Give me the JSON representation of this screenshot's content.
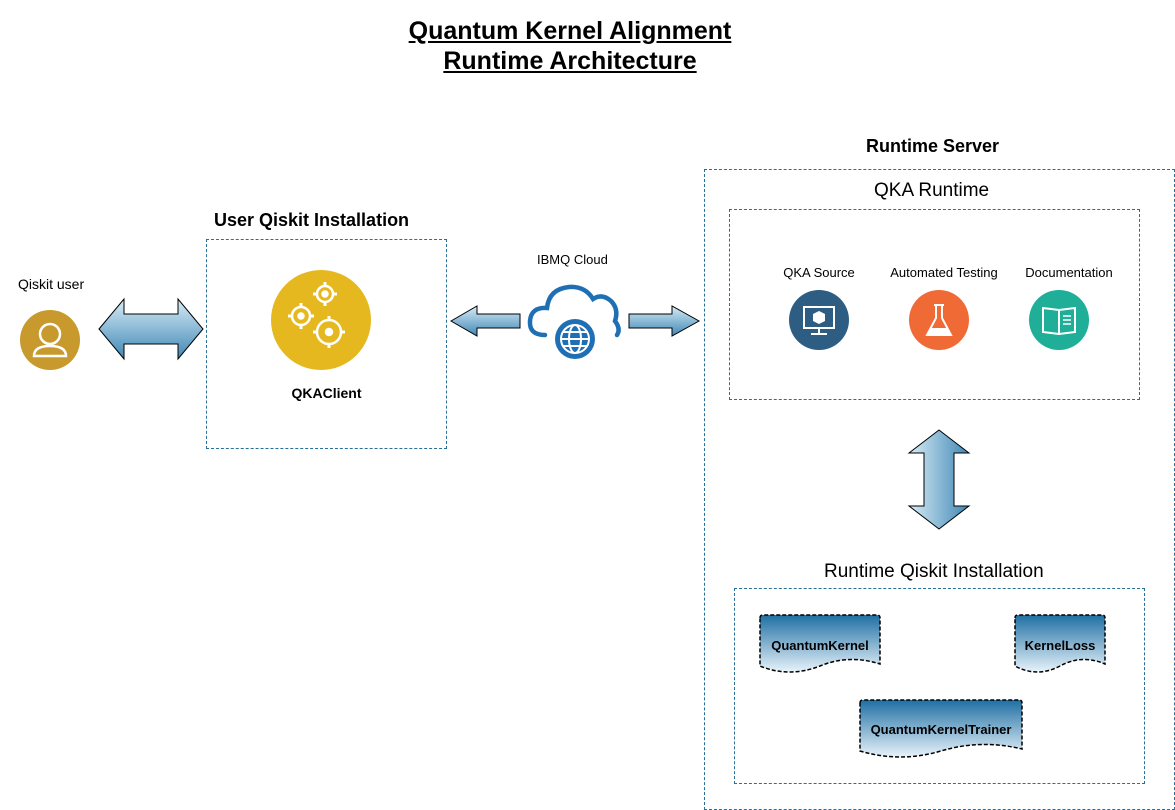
{
  "title": {
    "line1": "Quantum Kernel Alignment",
    "line2": "Runtime Architecture"
  },
  "user": {
    "label": "Qiskit user"
  },
  "client_box": {
    "heading": "User Qiskit Installation",
    "component": "QKAClient"
  },
  "cloud": {
    "label": "IBMQ Cloud"
  },
  "server": {
    "heading": "Runtime Server",
    "runtime": {
      "heading": "QKA Runtime",
      "items": [
        {
          "label": "QKA Source",
          "icon": "monitor-cube-icon",
          "color": "#2d5d82"
        },
        {
          "label": "Automated Testing",
          "icon": "flask-icon",
          "color": "#f06a35"
        },
        {
          "label": "Documentation",
          "icon": "book-icon",
          "color": "#1fae97"
        }
      ]
    },
    "installation": {
      "heading": "Runtime Qiskit Installation",
      "modules": [
        "QuantumKernel",
        "KernelLoss",
        "QuantumKernelTrainer"
      ]
    }
  },
  "colors": {
    "arrow": "#4a90b8",
    "client_icon": "#e6b820",
    "user_icon": "#c89a2e",
    "border": "#2a6f97",
    "cloud": "#1f6fb5"
  }
}
